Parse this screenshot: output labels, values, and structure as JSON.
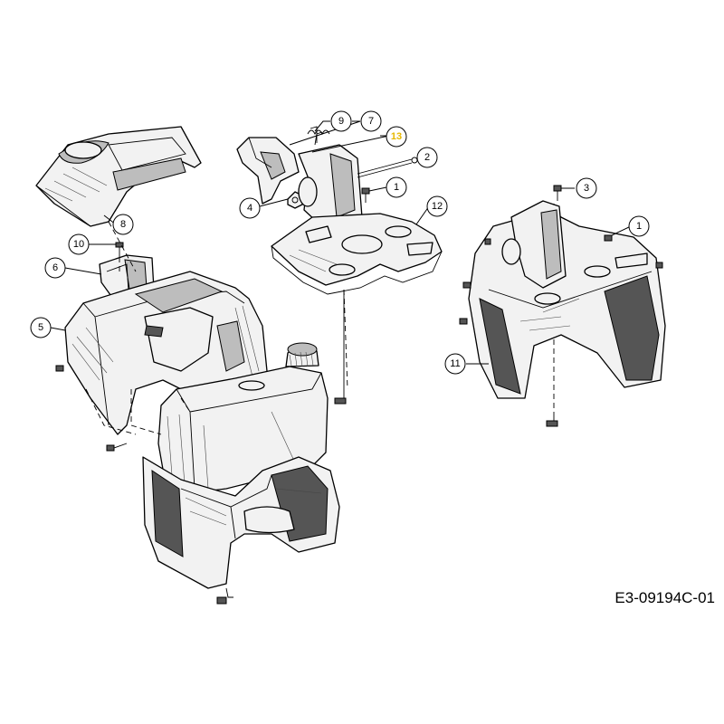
{
  "callouts": [
    {
      "id": "1",
      "label": "1"
    },
    {
      "id": "1b",
      "label": "1"
    },
    {
      "id": "2",
      "label": "2"
    },
    {
      "id": "3",
      "label": "3"
    },
    {
      "id": "4",
      "label": "4"
    },
    {
      "id": "5",
      "label": "5"
    },
    {
      "id": "6",
      "label": "6"
    },
    {
      "id": "7",
      "label": "7"
    },
    {
      "id": "8",
      "label": "8"
    },
    {
      "id": "9",
      "label": "9"
    },
    {
      "id": "10",
      "label": "10"
    },
    {
      "id": "11",
      "label": "11"
    },
    {
      "id": "12",
      "label": "12"
    },
    {
      "id": "13",
      "label": "13"
    }
  ],
  "drawing_code": "E3-09194C-01",
  "highlight_color": "#e7b800"
}
